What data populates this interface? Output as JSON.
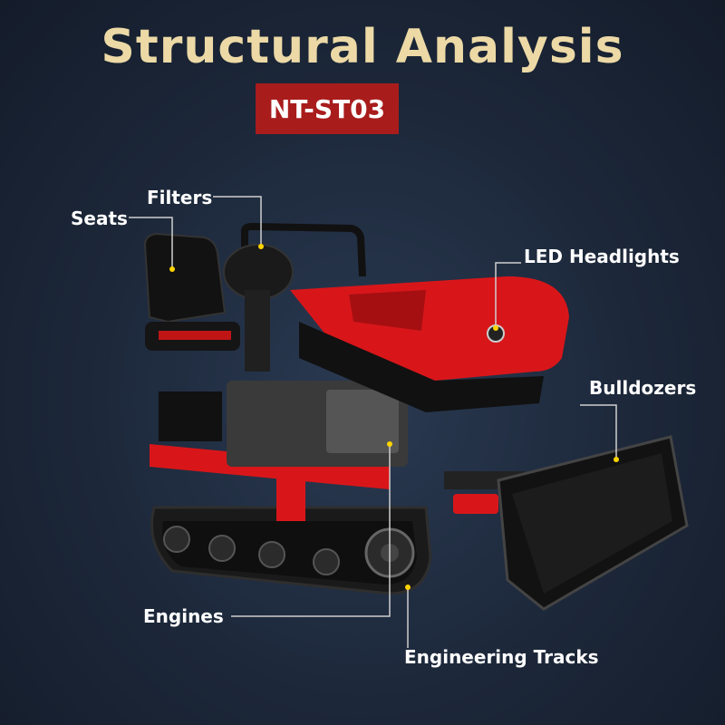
{
  "header": {
    "title": "Structural Analysis",
    "model_badge": "NT-ST03",
    "title_color": "#ecd9a6",
    "badge_color": "#a91c1c"
  },
  "callouts": {
    "filters": "Filters",
    "seats": "Seats",
    "led_headlights": "LED Headlights",
    "bulldozers": "Bulldozers",
    "engines": "Engines",
    "engineering_tracks": "Engineering Tracks"
  },
  "colors": {
    "body_red": "#d8161a",
    "frame_black": "#151515",
    "callout_line": "#cfcfcf",
    "marker": "#ffd400"
  }
}
